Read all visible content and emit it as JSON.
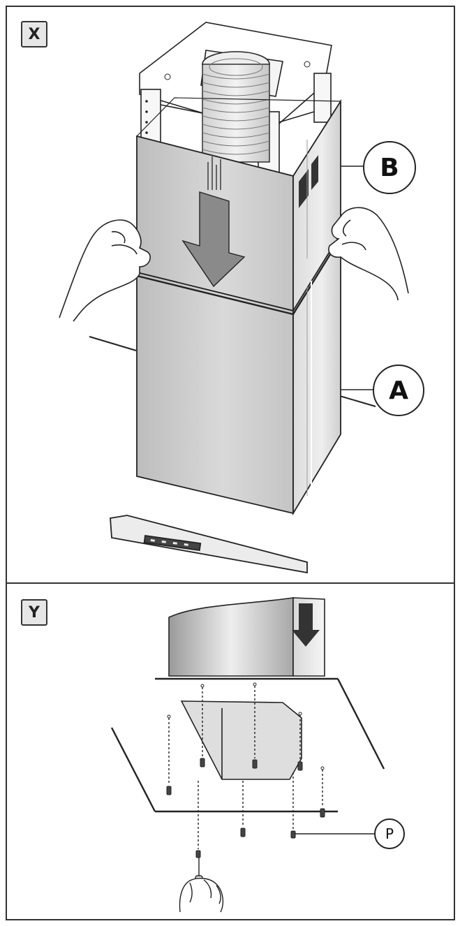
{
  "panels": {
    "x": {
      "tag": "X",
      "callouts": {
        "b": "B",
        "a": "A"
      }
    },
    "y": {
      "tag": "Y",
      "callouts": {
        "p": "P"
      }
    }
  },
  "colors": {
    "stroke": "#222222",
    "steel": "#c9c9c9",
    "arrow": "#8a8a8a"
  }
}
